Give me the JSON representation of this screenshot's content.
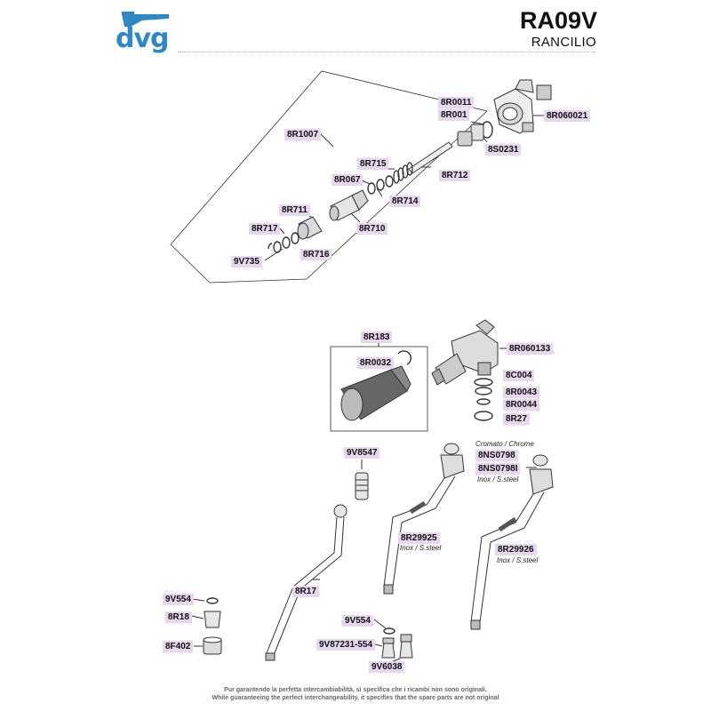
{
  "header": {
    "logo_text": "dvg",
    "model": "RA09V",
    "brand": "RANCILIO"
  },
  "labels": {
    "p8R0011": "8R0011",
    "p8R001": "8R001",
    "p8R060021": "8R060021",
    "p8S0231": "8S0231",
    "p8R1007": "8R1007",
    "p8R715": "8R715",
    "p8R067": "8R067",
    "p8R712": "8R712",
    "p8R714": "8R714",
    "p8R711": "8R711",
    "p8R717": "8R717",
    "p8R710": "8R710",
    "p9V735": "9V735",
    "p8R716": "8R716",
    "p8R183": "8R183",
    "p8R0032": "8R0032",
    "p8R060133": "8R060133",
    "p8C004": "8C004",
    "p8R0043": "8R0043",
    "p8R0044": "8R0044",
    "p8R27": "8R27",
    "p9V8547": "9V8547",
    "p8NS0798": "8NS0798",
    "p8NS0798I": "8NS0798I",
    "p8R29925": "8R29925",
    "p8R29926": "8R29926",
    "p8R17": "8R17",
    "p9V554a": "9V554",
    "p8R18": "8R18",
    "p8F402": "8F402",
    "p9V554b": "9V554",
    "p9V87231": "9V87231-554",
    "p9V6038": "9V6038"
  },
  "notes": {
    "cromato": "Cromato / Chrome",
    "inox_top": "Inox / S.steel",
    "inox_29925": "Inox / S.steel",
    "inox_29926": "Inox / S.steel"
  },
  "footer": {
    "line1": "Pur garantendo la perfetta intercambiabilità, si specifica che i ricambi non sono originali.",
    "line2": "While guaranteeing the perfect interchangeability, it specifies that the spare parts are not original"
  },
  "colors": {
    "brand_blue": "#2f87c6",
    "label_bg": "#e6d6ee",
    "line": "#333333"
  }
}
